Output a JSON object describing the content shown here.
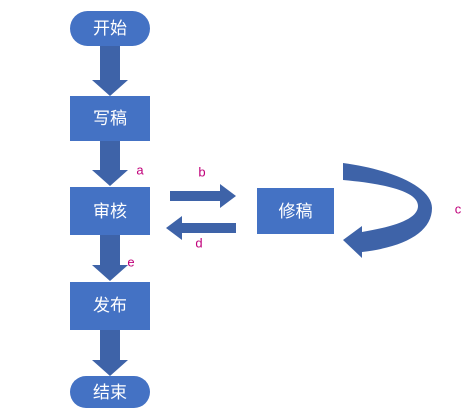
{
  "nodes": {
    "start": {
      "label": "开始"
    },
    "write": {
      "label": "写稿"
    },
    "review": {
      "label": "审核"
    },
    "revise": {
      "label": "修稿"
    },
    "publish": {
      "label": "发布"
    },
    "end": {
      "label": "结束"
    }
  },
  "edges": {
    "a": {
      "label": "a"
    },
    "b": {
      "label": "b"
    },
    "c": {
      "label": "c"
    },
    "d": {
      "label": "d"
    },
    "e": {
      "label": "e"
    }
  },
  "colors": {
    "node_fill": "#4472c4",
    "arrow_fill": "#3e63a8",
    "label_color": "#c0007a"
  }
}
